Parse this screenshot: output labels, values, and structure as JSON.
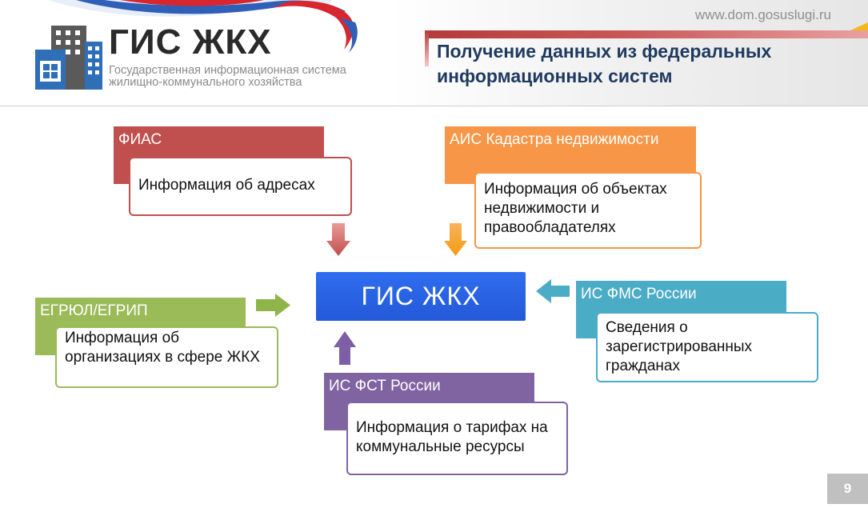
{
  "header": {
    "logo_title": "ГИС ЖКХ",
    "logo_subtitle": "Государственная информационная  система жилищно-коммунального хозяйства",
    "site_url": "www.dom.gosuslugi.ru",
    "slide_title": "Получение данных из федеральных информационных систем"
  },
  "diagram": {
    "center": {
      "label": "ГИС ЖКХ",
      "color": "#2a62e4"
    },
    "sources": [
      {
        "id": "fias",
        "title": "ФИАС",
        "text": "Информация об адресах",
        "color": "#c0504d",
        "arrow": "down"
      },
      {
        "id": "ais",
        "title": "АИС Кадастра недвижимости",
        "text": "Информация об объектах недвижимости и правообладателях",
        "color": "#f79646",
        "arrow": "down"
      },
      {
        "id": "egrul",
        "title": "ЕГРЮЛ/ЕГРИП",
        "text": "Информация об организациях в сфере ЖКХ",
        "color": "#9bbb59",
        "arrow": "right"
      },
      {
        "id": "fms",
        "title": "ИС ФМС России",
        "text": "Сведения о зарегистрированных гражданах",
        "color": "#4bacc6",
        "arrow": "left"
      },
      {
        "id": "fst",
        "title": "ИС ФСТ России",
        "text": "Информация о тарифах на коммунальные ресурсы",
        "color": "#8064a2",
        "arrow": "up"
      }
    ]
  },
  "page_number": "9"
}
